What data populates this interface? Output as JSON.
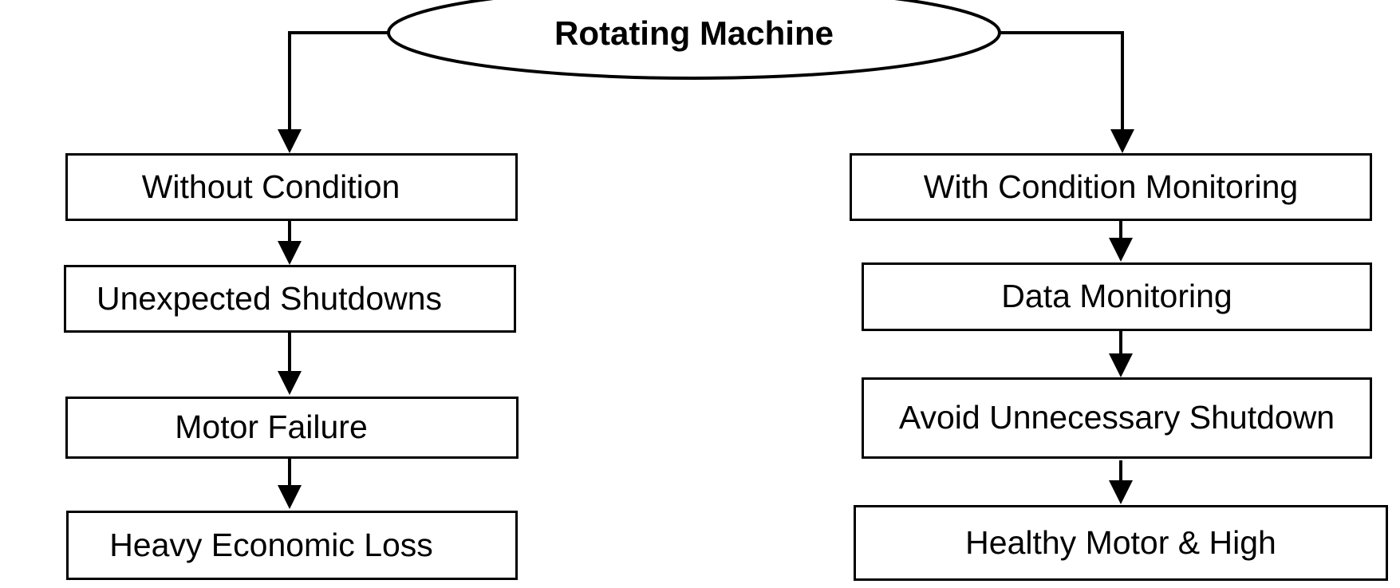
{
  "diagram": {
    "title": "Rotating Machine condition monitoring flowchart",
    "root": {
      "label": "Rotating Machine"
    },
    "left_branch": {
      "nodes": [
        {
          "label": "Without Condition"
        },
        {
          "label": "Unexpected Shutdowns"
        },
        {
          "label": "Motor Failure"
        },
        {
          "label": "Heavy Economic Loss"
        }
      ]
    },
    "right_branch": {
      "nodes": [
        {
          "label": "With Condition Monitoring"
        },
        {
          "label": "Data Monitoring"
        },
        {
          "label": "Avoid Unnecessary Shutdown"
        },
        {
          "label": "Healthy Motor & High"
        }
      ]
    },
    "colors": {
      "stroke": "#000000",
      "node_fill": "#ffffff",
      "text": "#000000",
      "background": "#ffffff"
    }
  }
}
